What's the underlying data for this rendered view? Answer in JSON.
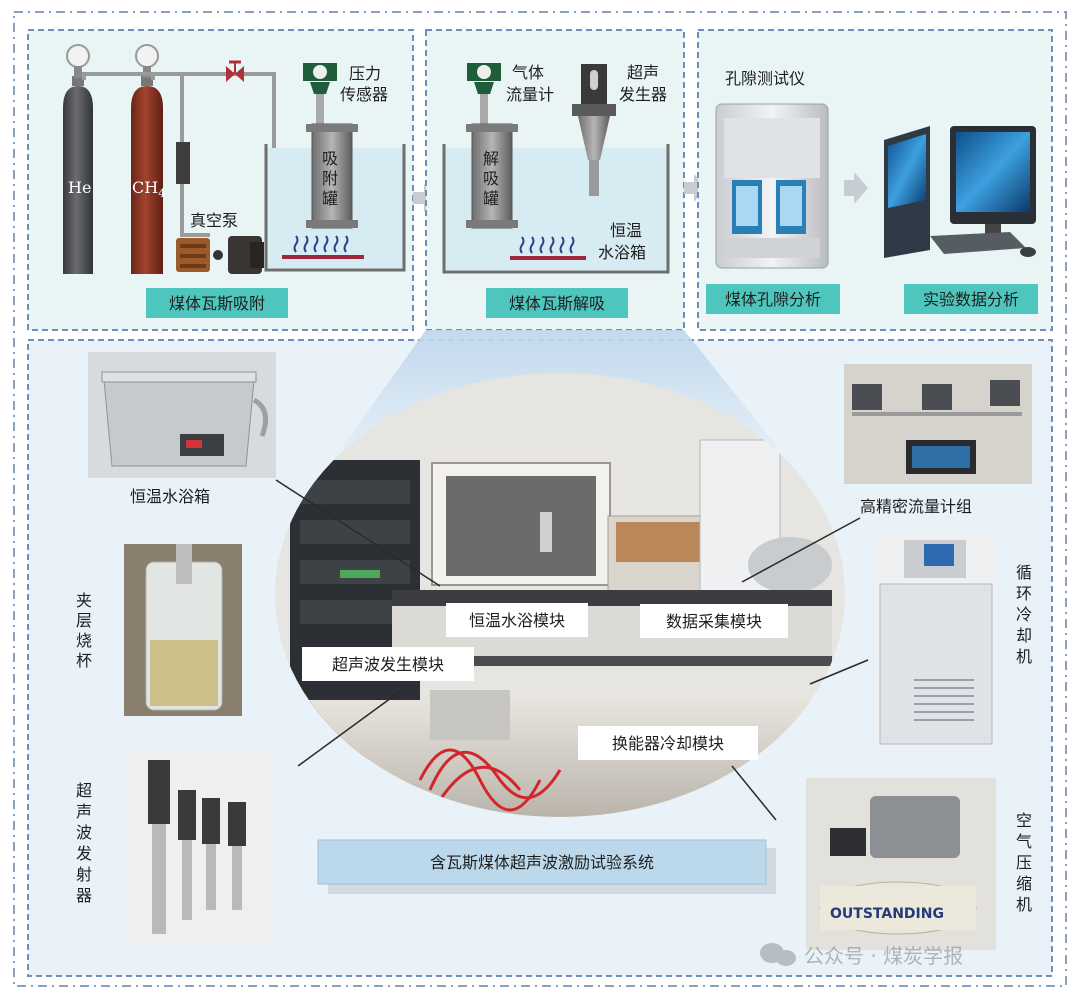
{
  "colors": {
    "panel_bg": "#e8f5f4",
    "lower_bg": "#e9f2f8",
    "dash": "#6f8fb9",
    "teal_tag": "#4ec6bd",
    "he_cylinder": "#505153",
    "ch4_cylinder": "#8a3222",
    "water": "#d7ebf3",
    "title_box": "#bcd9ec"
  },
  "adsorption": {
    "he": "He",
    "ch4": "CH",
    "ch4_sub": "4",
    "pressure_sensor_1": "压力",
    "pressure_sensor_2": "传感器",
    "vacuum_pump": "真空泵",
    "tank_1": "吸",
    "tank_2": "附",
    "tank_3": "罐",
    "caption": "煤体瓦斯吸附"
  },
  "desorption": {
    "flowmeter_1": "气体",
    "flowmeter_2": "流量计",
    "ultrasonic_1": "超声",
    "ultrasonic_2": "发生器",
    "tank_1": "解",
    "tank_2": "吸",
    "tank_3": "罐",
    "bath_1": "恒温",
    "bath_2": "水浴箱",
    "caption": "煤体瓦斯解吸"
  },
  "analysis": {
    "instrument": "孔隙测试仪",
    "pore_caption": "煤体孔隙分析",
    "data_caption": "实验数据分析"
  },
  "system": {
    "water_bath": "恒温水浴箱",
    "jacket_1": "夹",
    "jacket_2": "层",
    "jacket_3": "烧",
    "jacket_4": "杯",
    "emitter_1": "超",
    "emitter_2": "声",
    "emitter_3": "波",
    "emitter_4": "发",
    "emitter_5": "射",
    "emitter_6": "器",
    "flowmeter_group": "高精密流量计组",
    "chiller_1": "循",
    "chiller_2": "环",
    "chiller_3": "冷",
    "chiller_4": "却",
    "chiller_5": "机",
    "compressor_1": "空",
    "compressor_2": "气",
    "compressor_3": "压",
    "compressor_4": "缩",
    "compressor_5": "机",
    "compressor_brand": "OUTSTANDING",
    "module_bath": "恒温水浴模块",
    "module_daq": "数据采集模块",
    "module_ultra": "超声波发生模块",
    "module_cooling": "换能器冷却模块",
    "title": "含瓦斯煤体超声波激励试验系统"
  },
  "watermark": "公众号 · 煤炭学报"
}
